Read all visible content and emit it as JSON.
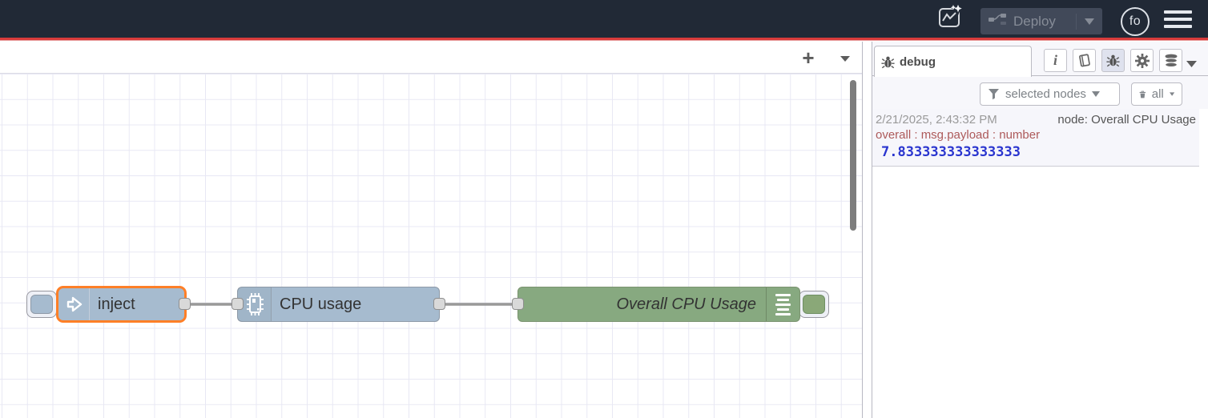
{
  "colors": {
    "header_bg": "#212936",
    "accent_red": "#d83b3b",
    "node_blue": "#a6bbcf",
    "node_green": "#87a980",
    "selection_orange": "#ff7f27",
    "wire_gray": "#999999",
    "debug_number_blue": "#2a35cf",
    "debug_path_red": "#ad5a5a"
  },
  "header": {
    "deploy_label": "Deploy",
    "avatar_initials": "fo"
  },
  "workspace": {
    "add_flow_label": "+"
  },
  "flow": {
    "nodes": [
      {
        "label": "inject",
        "type": "inject",
        "color": "#a6bbcf",
        "selected": true
      },
      {
        "label": "CPU usage",
        "type": "cpu",
        "color": "#a6bbcf",
        "selected": false
      },
      {
        "label": "Overall CPU Usage",
        "type": "debug",
        "color": "#87a980",
        "selected": false
      }
    ]
  },
  "sidebar": {
    "tab_label": "debug",
    "filter_button_label": "selected nodes",
    "clear_button_label": "all",
    "messages": [
      {
        "timestamp": "2/21/2025, 2:43:32 PM",
        "source": "node: Overall CPU Usage",
        "path": "overall : msg.payload : number",
        "value": "7.833333333333333"
      }
    ]
  }
}
